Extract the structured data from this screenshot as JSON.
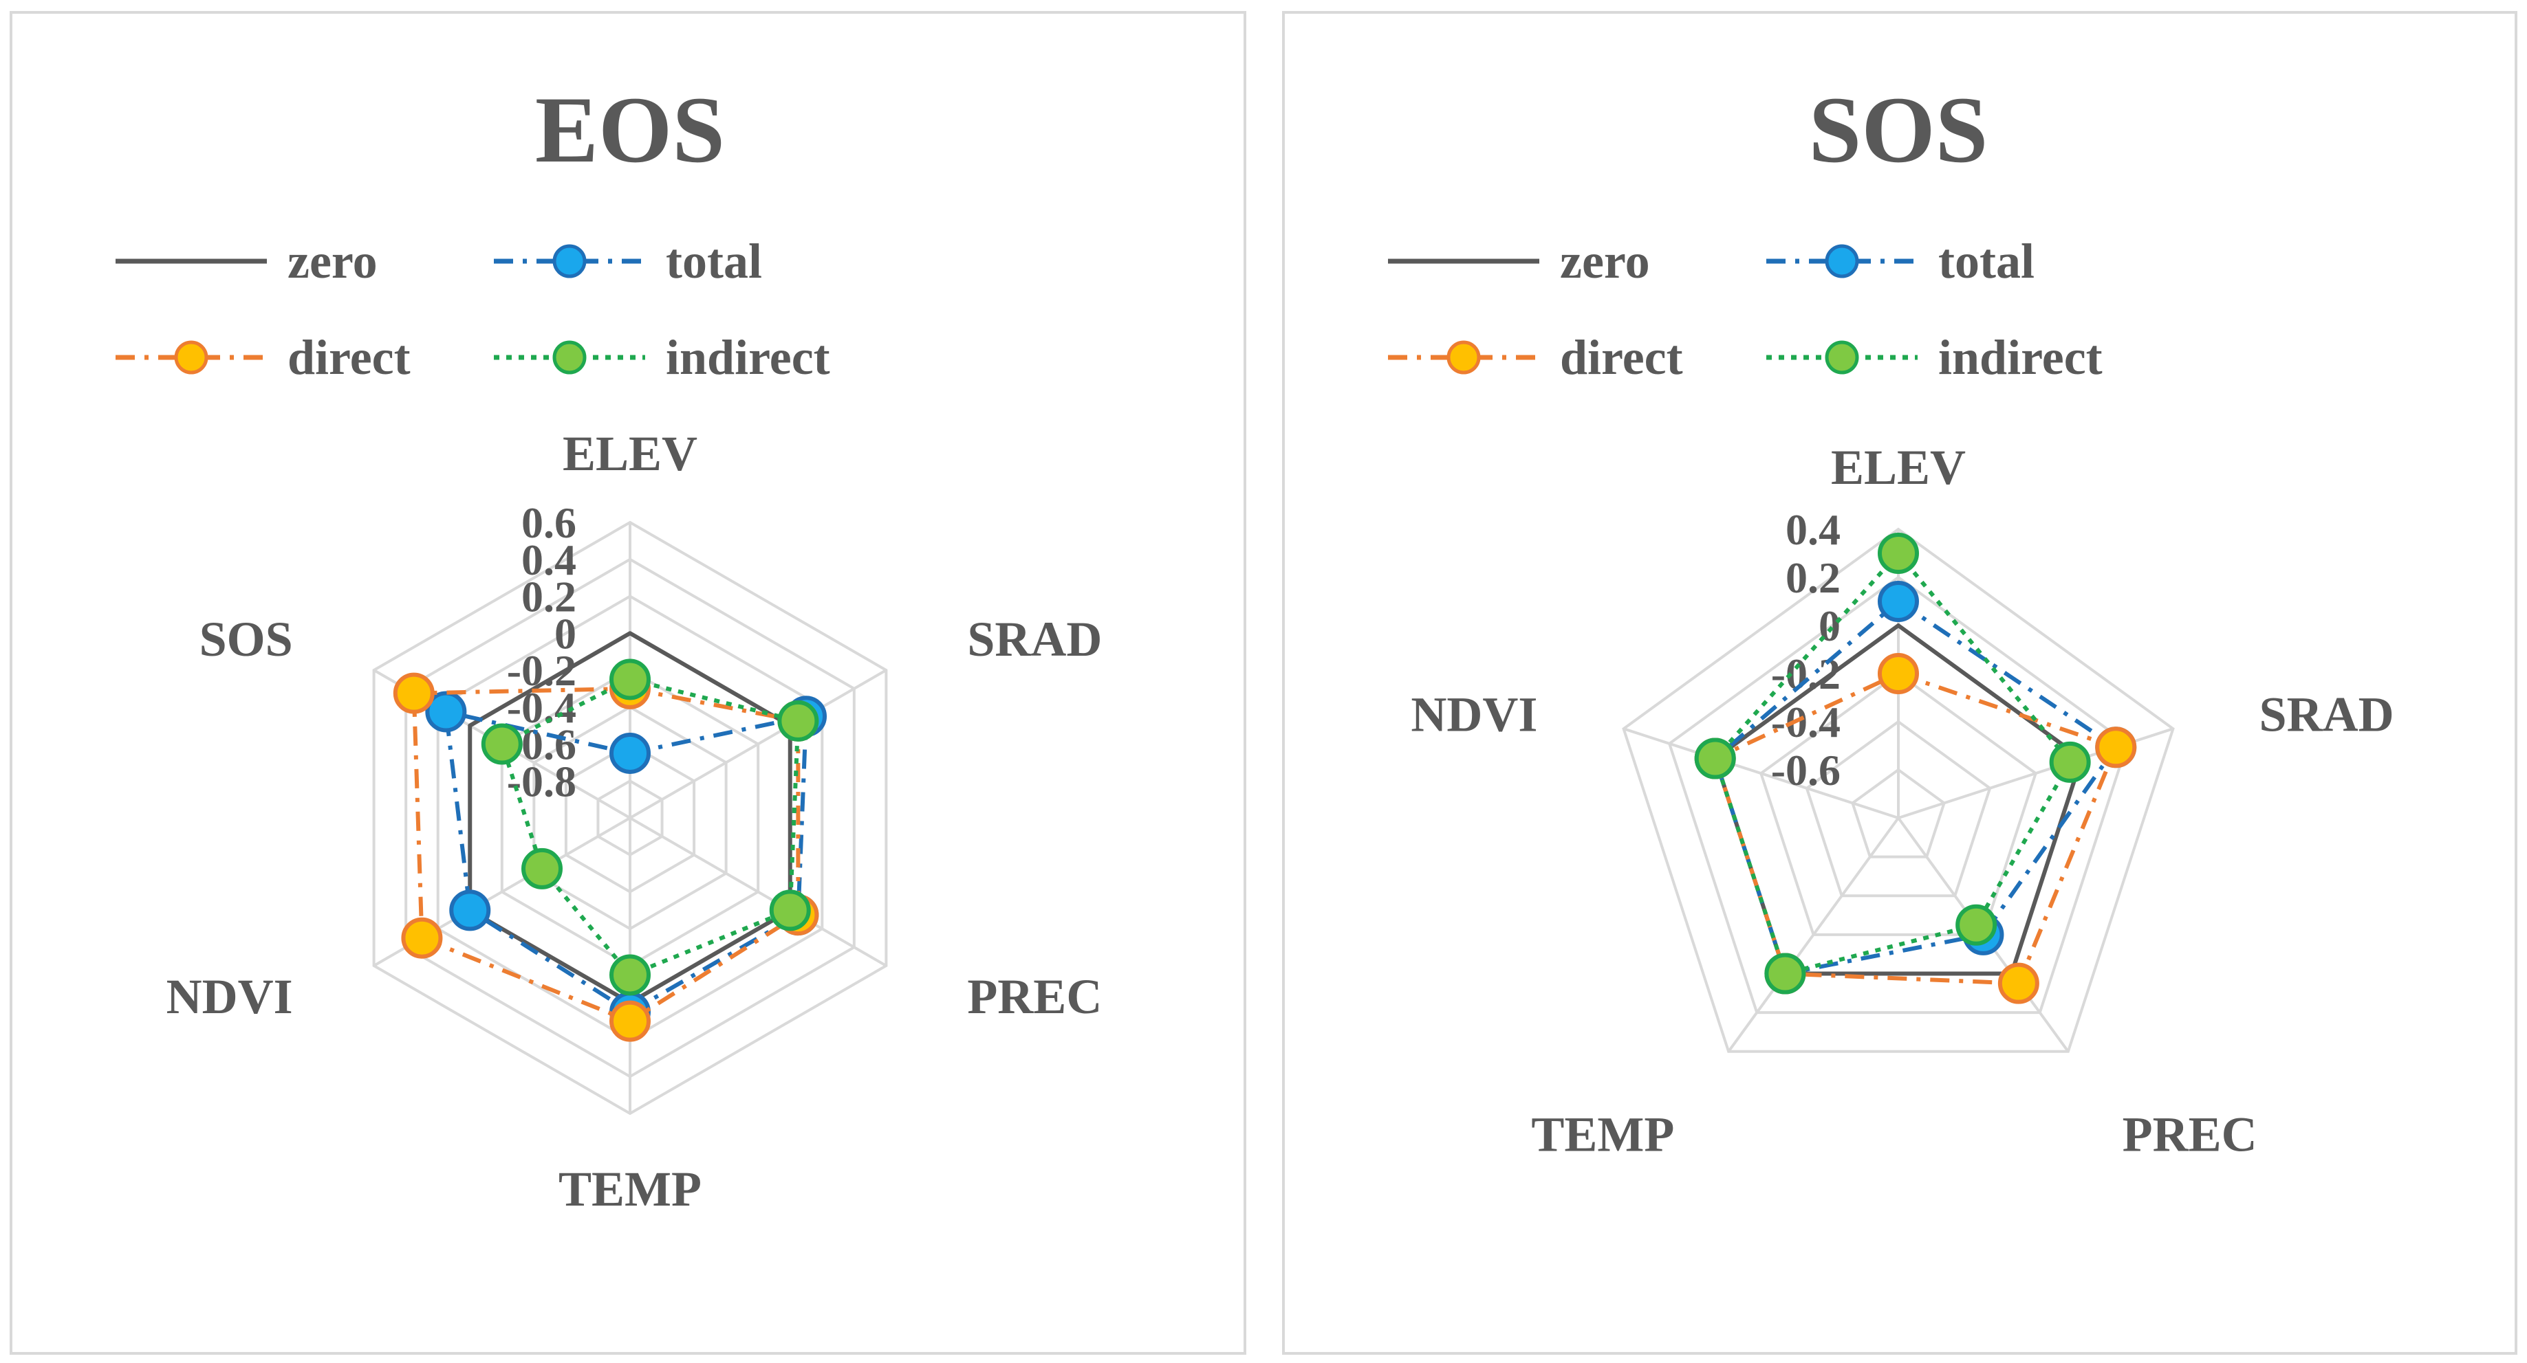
{
  "series_styles": {
    "zero": {
      "color": "#595959",
      "dash": "",
      "marker": false
    },
    "total": {
      "color": "#1f6fb8",
      "dash": "28 14 6 14",
      "marker": true,
      "marker_fill": "#1aa7ec"
    },
    "direct": {
      "color": "#ed7d31",
      "dash": "28 14 6 14",
      "marker": true,
      "marker_fill": "#ffc000"
    },
    "indirect": {
      "color": "#1fa84f",
      "dash": "8 10",
      "marker": true,
      "marker_fill": "#7fc943"
    }
  },
  "chart_data": [
    {
      "type": "radar",
      "title": "EOS",
      "axes": [
        "ELEV",
        "SRAD",
        "PREC",
        "TEMP",
        "NDVI",
        "SOS"
      ],
      "ticks": [
        "0.6",
        "0.4",
        "0.2",
        "0",
        "-0.2",
        "-0.4",
        "-0.6",
        "-0.8"
      ],
      "rlim": [
        -1.0,
        0.6
      ],
      "grid": true,
      "legend": "top",
      "series": [
        {
          "name": "zero",
          "values": [
            0,
            0,
            0,
            0,
            0,
            0
          ]
        },
        {
          "name": "total",
          "values": [
            -0.65,
            0.1,
            0.05,
            0.05,
            0.0,
            0.15
          ]
        },
        {
          "name": "direct",
          "values": [
            -0.3,
            0.05,
            0.05,
            0.1,
            0.3,
            0.35
          ]
        },
        {
          "name": "indirect",
          "values": [
            -0.25,
            0.05,
            0.0,
            -0.15,
            -0.45,
            -0.2
          ]
        }
      ]
    },
    {
      "type": "radar",
      "title": "SOS",
      "axes": [
        "ELEV",
        "SRAD",
        "PREC",
        "TEMP",
        "NDVI"
      ],
      "ticks": [
        "0.4",
        "0.2",
        "0",
        "-0.2",
        "-0.4",
        "-0.6"
      ],
      "rlim": [
        -0.8,
        0.4
      ],
      "grid": true,
      "legend": "top",
      "series": [
        {
          "name": "zero",
          "values": [
            0,
            0,
            0,
            0,
            0
          ]
        },
        {
          "name": "total",
          "values": [
            0.1,
            0.15,
            -0.2,
            0.0,
            0.0
          ]
        },
        {
          "name": "direct",
          "values": [
            -0.2,
            0.15,
            0.05,
            0.0,
            0.0
          ]
        },
        {
          "name": "indirect",
          "values": [
            0.3,
            -0.05,
            -0.25,
            0.0,
            0.0
          ]
        }
      ]
    }
  ]
}
